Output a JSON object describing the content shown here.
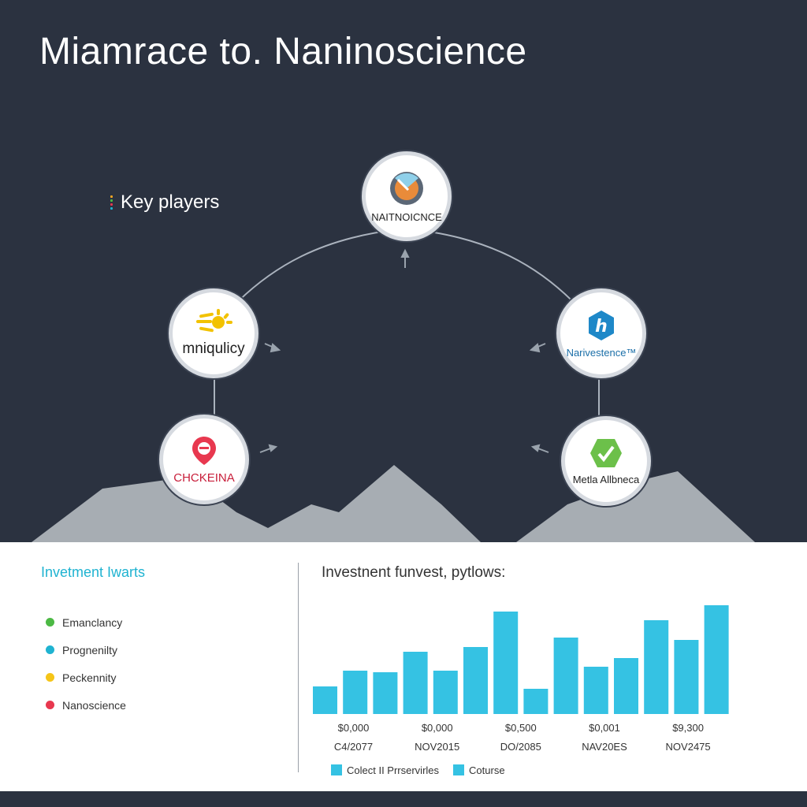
{
  "title": "Miamrace to. Naninoscience",
  "key_players": {
    "label": "Key players",
    "dot_colors": [
      "#f5a623",
      "#4cb944",
      "#e8384f",
      "#1fb3d1"
    ]
  },
  "nodes": {
    "top": {
      "label": "NAITNOICNCE",
      "icon": "gauge-icon"
    },
    "left_upper": {
      "label": "mniqulicy",
      "icon": "sun-rays-icon"
    },
    "left_lower": {
      "label": "CHCKEINA",
      "icon": "location-pin-icon"
    },
    "right_upper": {
      "label": "Narivestence™",
      "icon": "hexagon-h-icon"
    },
    "right_lower": {
      "label": "Metla Allbneca",
      "icon": "checkmark-hexagon-icon"
    }
  },
  "legend": {
    "title": "Invetment Iwarts",
    "items": [
      {
        "label": "Emanclancy",
        "color": "#4cb944"
      },
      {
        "label": "Prognenilty",
        "color": "#1fb3d1"
      },
      {
        "label": "Peckennity",
        "color": "#f5c518"
      },
      {
        "label": "Nanoscience",
        "color": "#e8384f"
      }
    ]
  },
  "chart_title": "Investnent funvest, pytlows:",
  "chart_data": {
    "type": "bar",
    "bar_color": "#35c2e3",
    "values": [
      35,
      55,
      53,
      79,
      55,
      85,
      130,
      32,
      97,
      60,
      71,
      119,
      94,
      138
    ],
    "ylim": [
      0,
      150
    ],
    "tick_labels": [
      {
        "value": "$0,000",
        "period": "C4/2077"
      },
      {
        "value": "$0,000",
        "period": "NOV2015"
      },
      {
        "value": "$0,500",
        "period": "DO/2085"
      },
      {
        "value": "$0,001",
        "period": "NAV20ES"
      },
      {
        "value": "$9,300",
        "period": "NOV2475"
      }
    ],
    "legend": [
      {
        "label": "Colect II Prrservirles",
        "color": "#35c2e3"
      },
      {
        "label": "Coturse",
        "color": "#35c2e3"
      }
    ]
  }
}
